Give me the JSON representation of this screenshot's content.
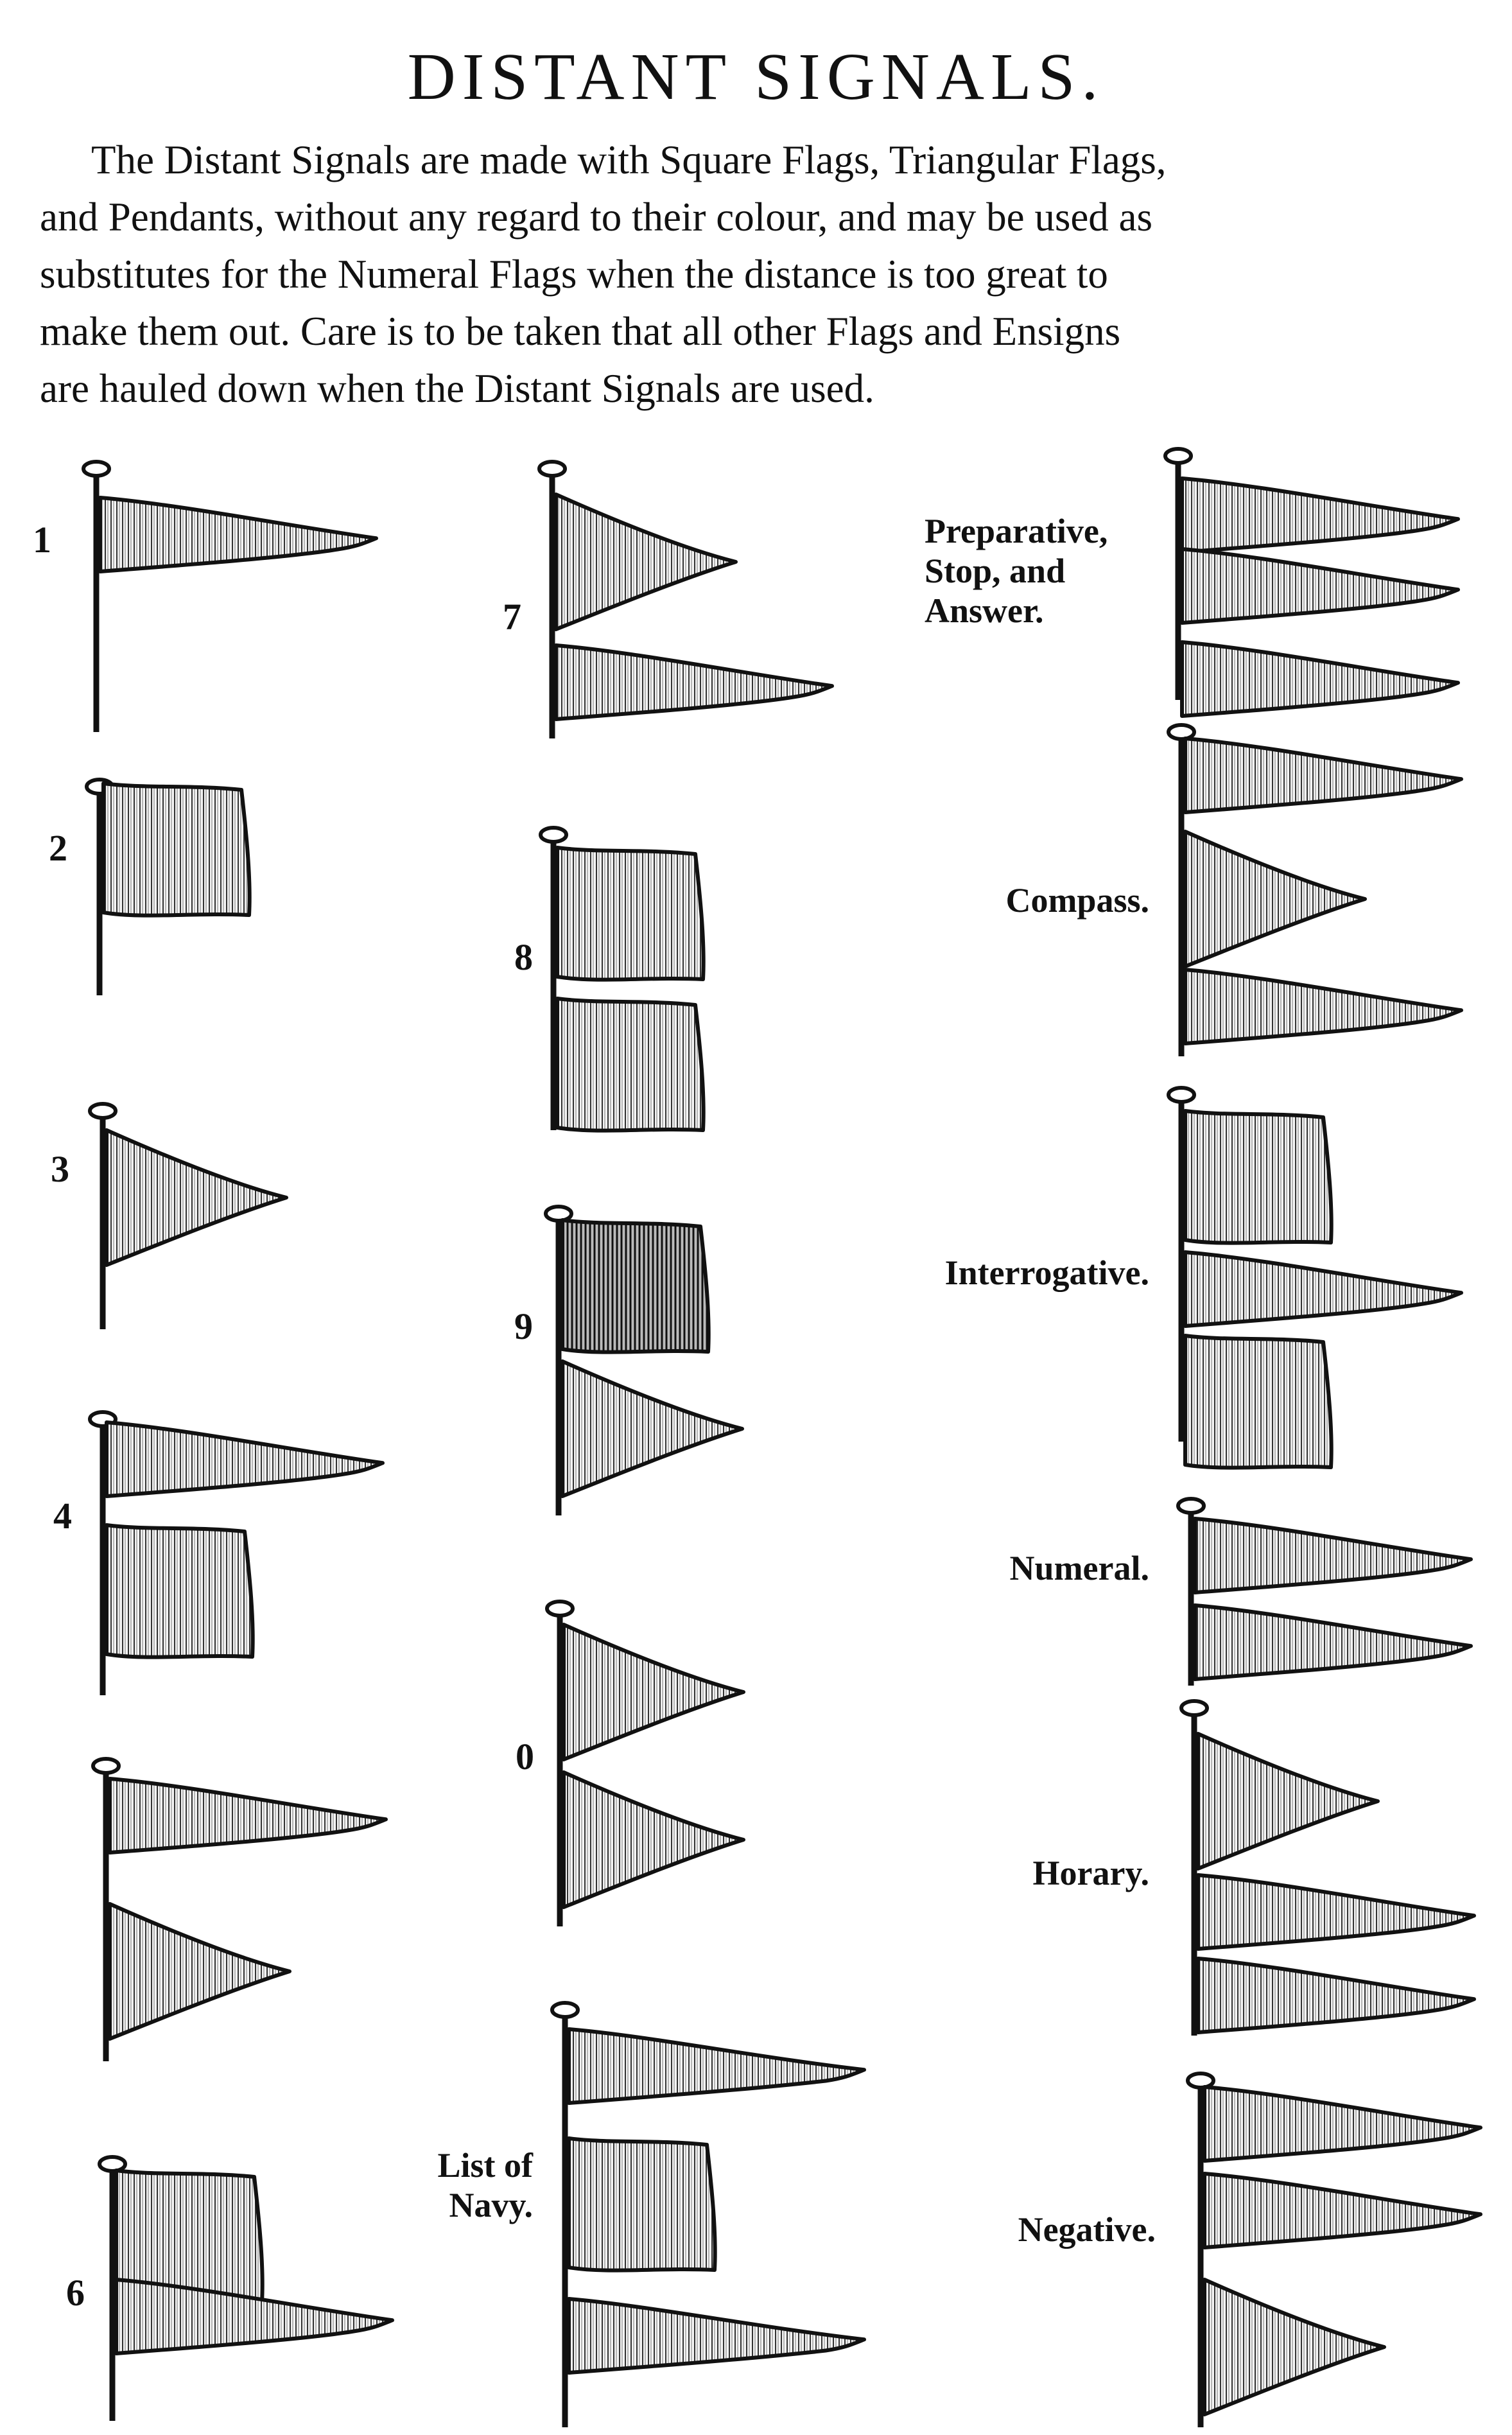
{
  "title": "DISTANT SIGNALS.",
  "intro_lines": [
    "The Distant Signals are made with Square Flags, Triangular Flags,",
    "and Pendants, without any regard to their colour, and may be used as",
    "substitutes for the Numeral Flags when the distance is too great to",
    "make them out. Care is to be taken that all other Flags and Ensigns",
    "are hauled down when the Distant Signals are used."
  ],
  "signals": [
    {
      "label": "1",
      "hoist": [
        "pendant"
      ]
    },
    {
      "label": "2",
      "hoist": [
        "square"
      ]
    },
    {
      "label": "3",
      "hoist": [
        "triangle"
      ]
    },
    {
      "label": "4",
      "hoist": [
        "pendant",
        "square"
      ]
    },
    {
      "label": "",
      "hoist": [
        "pendant",
        "triangle"
      ]
    },
    {
      "label": "6",
      "hoist": [
        "square",
        "pendant"
      ]
    },
    {
      "label": "7",
      "hoist": [
        "triangle",
        "pendant"
      ]
    },
    {
      "label": "8",
      "hoist": [
        "square",
        "square"
      ]
    },
    {
      "label": "9",
      "hoist": [
        "square",
        "triangle"
      ]
    },
    {
      "label": "0",
      "hoist": [
        "triangle",
        "triangle"
      ]
    },
    {
      "label": "List of Navy.",
      "hoist": [
        "pendant",
        "square",
        "pendant"
      ]
    },
    {
      "label": "Preparative, Stop, and Answer.",
      "hoist": [
        "pendant",
        "pendant",
        "pendant"
      ]
    },
    {
      "label": "Compass.",
      "hoist": [
        "pendant",
        "triangle",
        "pendant"
      ]
    },
    {
      "label": "Interrogative.",
      "hoist": [
        "square",
        "pendant",
        "square"
      ]
    },
    {
      "label": "Numeral.",
      "hoist": [
        "pendant",
        "pendant"
      ]
    },
    {
      "label": "Horary.",
      "hoist": [
        "triangle",
        "pendant",
        "pendant"
      ]
    },
    {
      "label": "Negative.",
      "hoist": [
        "pendant",
        "pendant",
        "triangle"
      ]
    }
  ]
}
